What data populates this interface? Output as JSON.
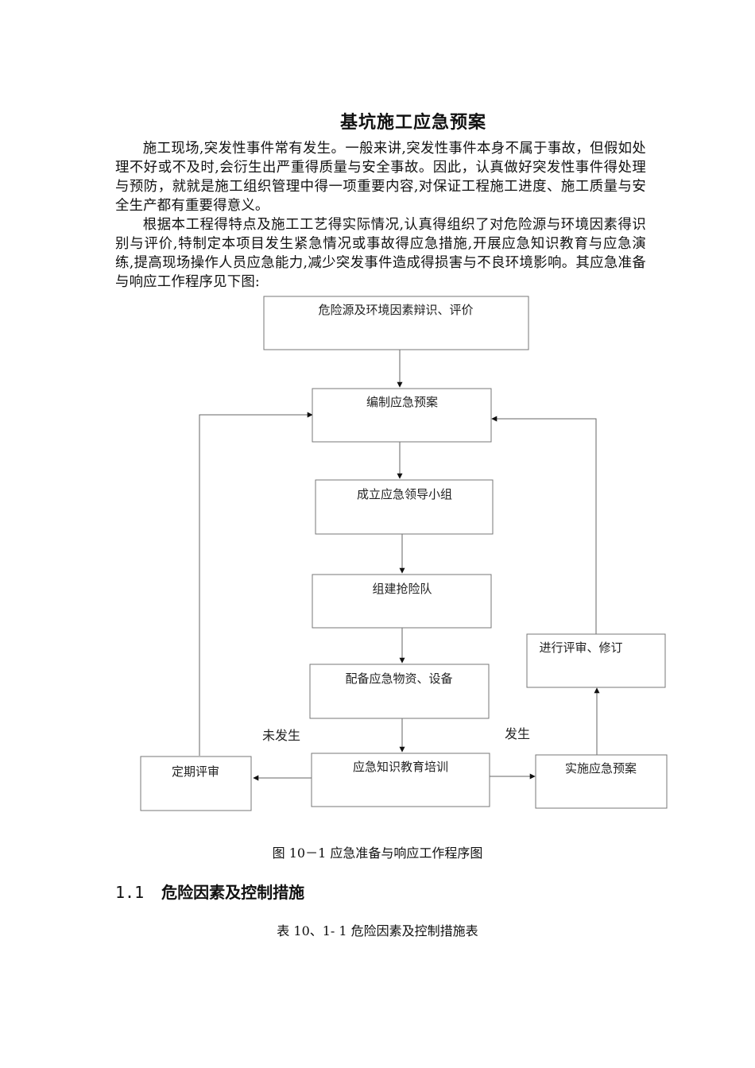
{
  "document": {
    "title": "基坑施工应急预案",
    "paragraphs": [
      "施工现场,突发性事件常有发生。一般来讲,突发性事件本身不属于事故，但假如处理不好或不及时,会衍生出严重得质量与安全事故。因此，认真做好突发性事件得处理与预防，就就是施工组织管理中得一项重要内容,对保证工程施工进度、施工质量与安全生产都有重要得意义。",
      "根据本工程得特点及施工工艺得实际情况,认真得组织了对危险源与环境因素得识别与评价,特制定本项目发生紧急情况或事故得应急措施,开展应急知识教育与应急演练,提高现场操作人员应急能力,减少突发事件造成得损害与不良环境影响。其应急准备与响应工作程序见下图:"
    ],
    "flowchart": {
      "boxes": {
        "identify": "危险源及环境因素辩识、评价",
        "compile": "编制应急预案",
        "leader_group": "成立应急领导小组",
        "rescue_team": "组建抢险队",
        "equipment": "配备应急物资、设备",
        "training": "应急知识教育培训",
        "periodic_review": "定期评审",
        "implement": "实施应急预案",
        "revise": "进行评审、修订"
      },
      "labels": {
        "not_occurred": "未发生",
        "occurred": "发生"
      }
    },
    "figure_caption": "图 10－1  应急准备与响应工作程序图",
    "section": {
      "number": "1.1",
      "title": "危险因素及控制措施"
    },
    "table_caption": "表 10、1- 1   危险因素及控制措施表"
  }
}
